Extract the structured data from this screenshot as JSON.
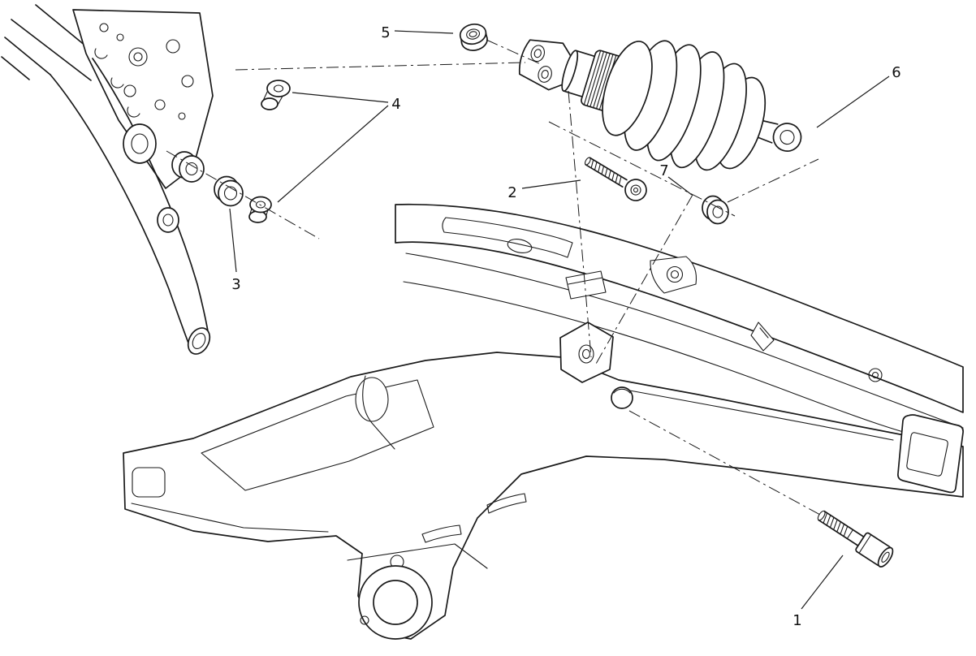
{
  "diagram": {
    "kind": "exploded-parts-diagram",
    "colors": {
      "line": "#1a1a1a",
      "background": "#ffffff"
    },
    "callouts": [
      {
        "label": "1",
        "part": "socket-head-screw"
      },
      {
        "label": "2",
        "part": "socket-head-screw"
      },
      {
        "label": "3",
        "part": "washer"
      },
      {
        "label": "4",
        "part": "spacer-pair"
      },
      {
        "label": "5",
        "part": "flanged-nut"
      },
      {
        "label": "6",
        "part": "shock-absorber"
      },
      {
        "label": "7",
        "part": "washer"
      }
    ]
  }
}
